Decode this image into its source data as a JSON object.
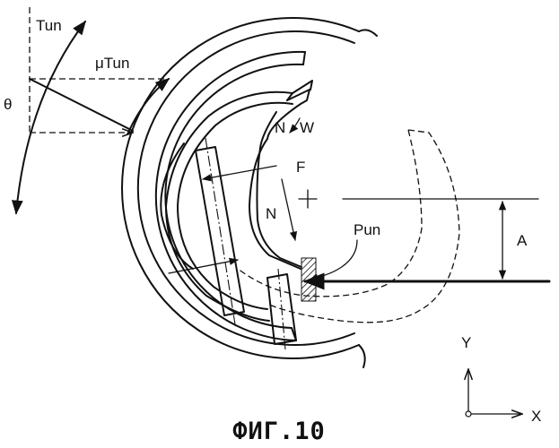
{
  "figure": {
    "caption": "ФИГ.10",
    "labels": {
      "t_un": "Tun",
      "mu_t_un": "μTun",
      "theta": "θ",
      "n_upper": "N",
      "w": "W",
      "f": "F",
      "n_lower": "N",
      "p_un": "Pun",
      "a": "A",
      "y_axis": "Y",
      "x_axis": "X"
    }
  }
}
